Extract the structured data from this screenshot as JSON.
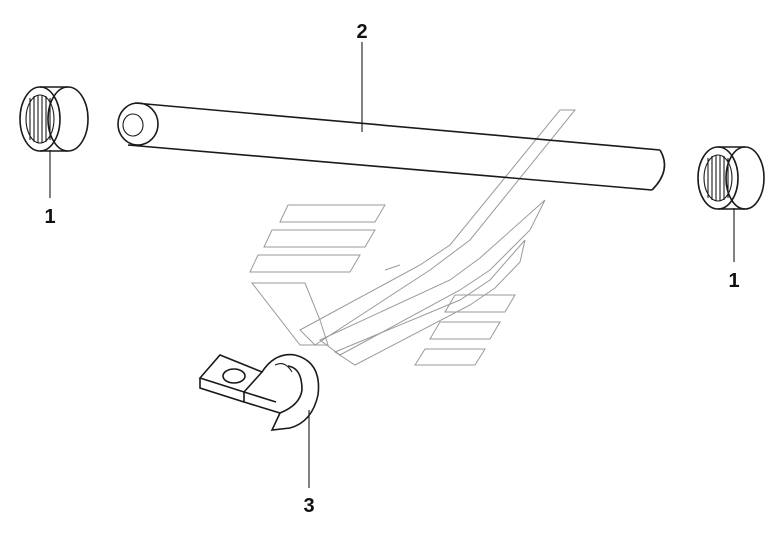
{
  "diagram": {
    "callouts": [
      {
        "id": "bearing-left",
        "label": "1"
      },
      {
        "id": "tube",
        "label": "2"
      },
      {
        "id": "clamp",
        "label": "3"
      },
      {
        "id": "bearing-right",
        "label": "1"
      }
    ],
    "colors": {
      "line": "#1a1a1a",
      "watermark": "#9a9a9a",
      "background": "#ffffff"
    }
  }
}
